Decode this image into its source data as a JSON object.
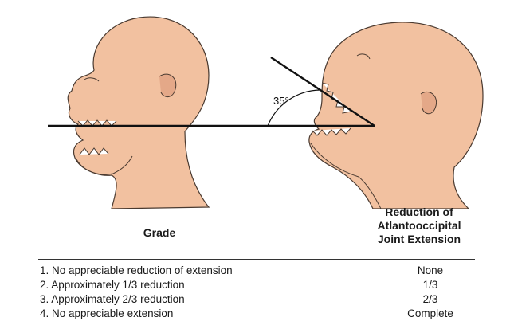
{
  "figure": {
    "angle_label": "35°",
    "colors": {
      "skin": "#f2c1a0",
      "skin_shadow": "#e4a888",
      "outline": "#4a3a30",
      "line": "#111111"
    }
  },
  "table": {
    "grade_header": "Grade",
    "reduction_header": [
      "Reduction of",
      "Atlantooccipital",
      "Joint Extension"
    ],
    "rows": [
      {
        "grade": "1. No appreciable reduction of extension",
        "reduction": "None"
      },
      {
        "grade": "2. Approximately 1/3 reduction",
        "reduction": "1/3"
      },
      {
        "grade": "3. Approximately 2/3 reduction",
        "reduction": "2/3"
      },
      {
        "grade": "4. No appreciable extension",
        "reduction": "Complete"
      }
    ]
  }
}
